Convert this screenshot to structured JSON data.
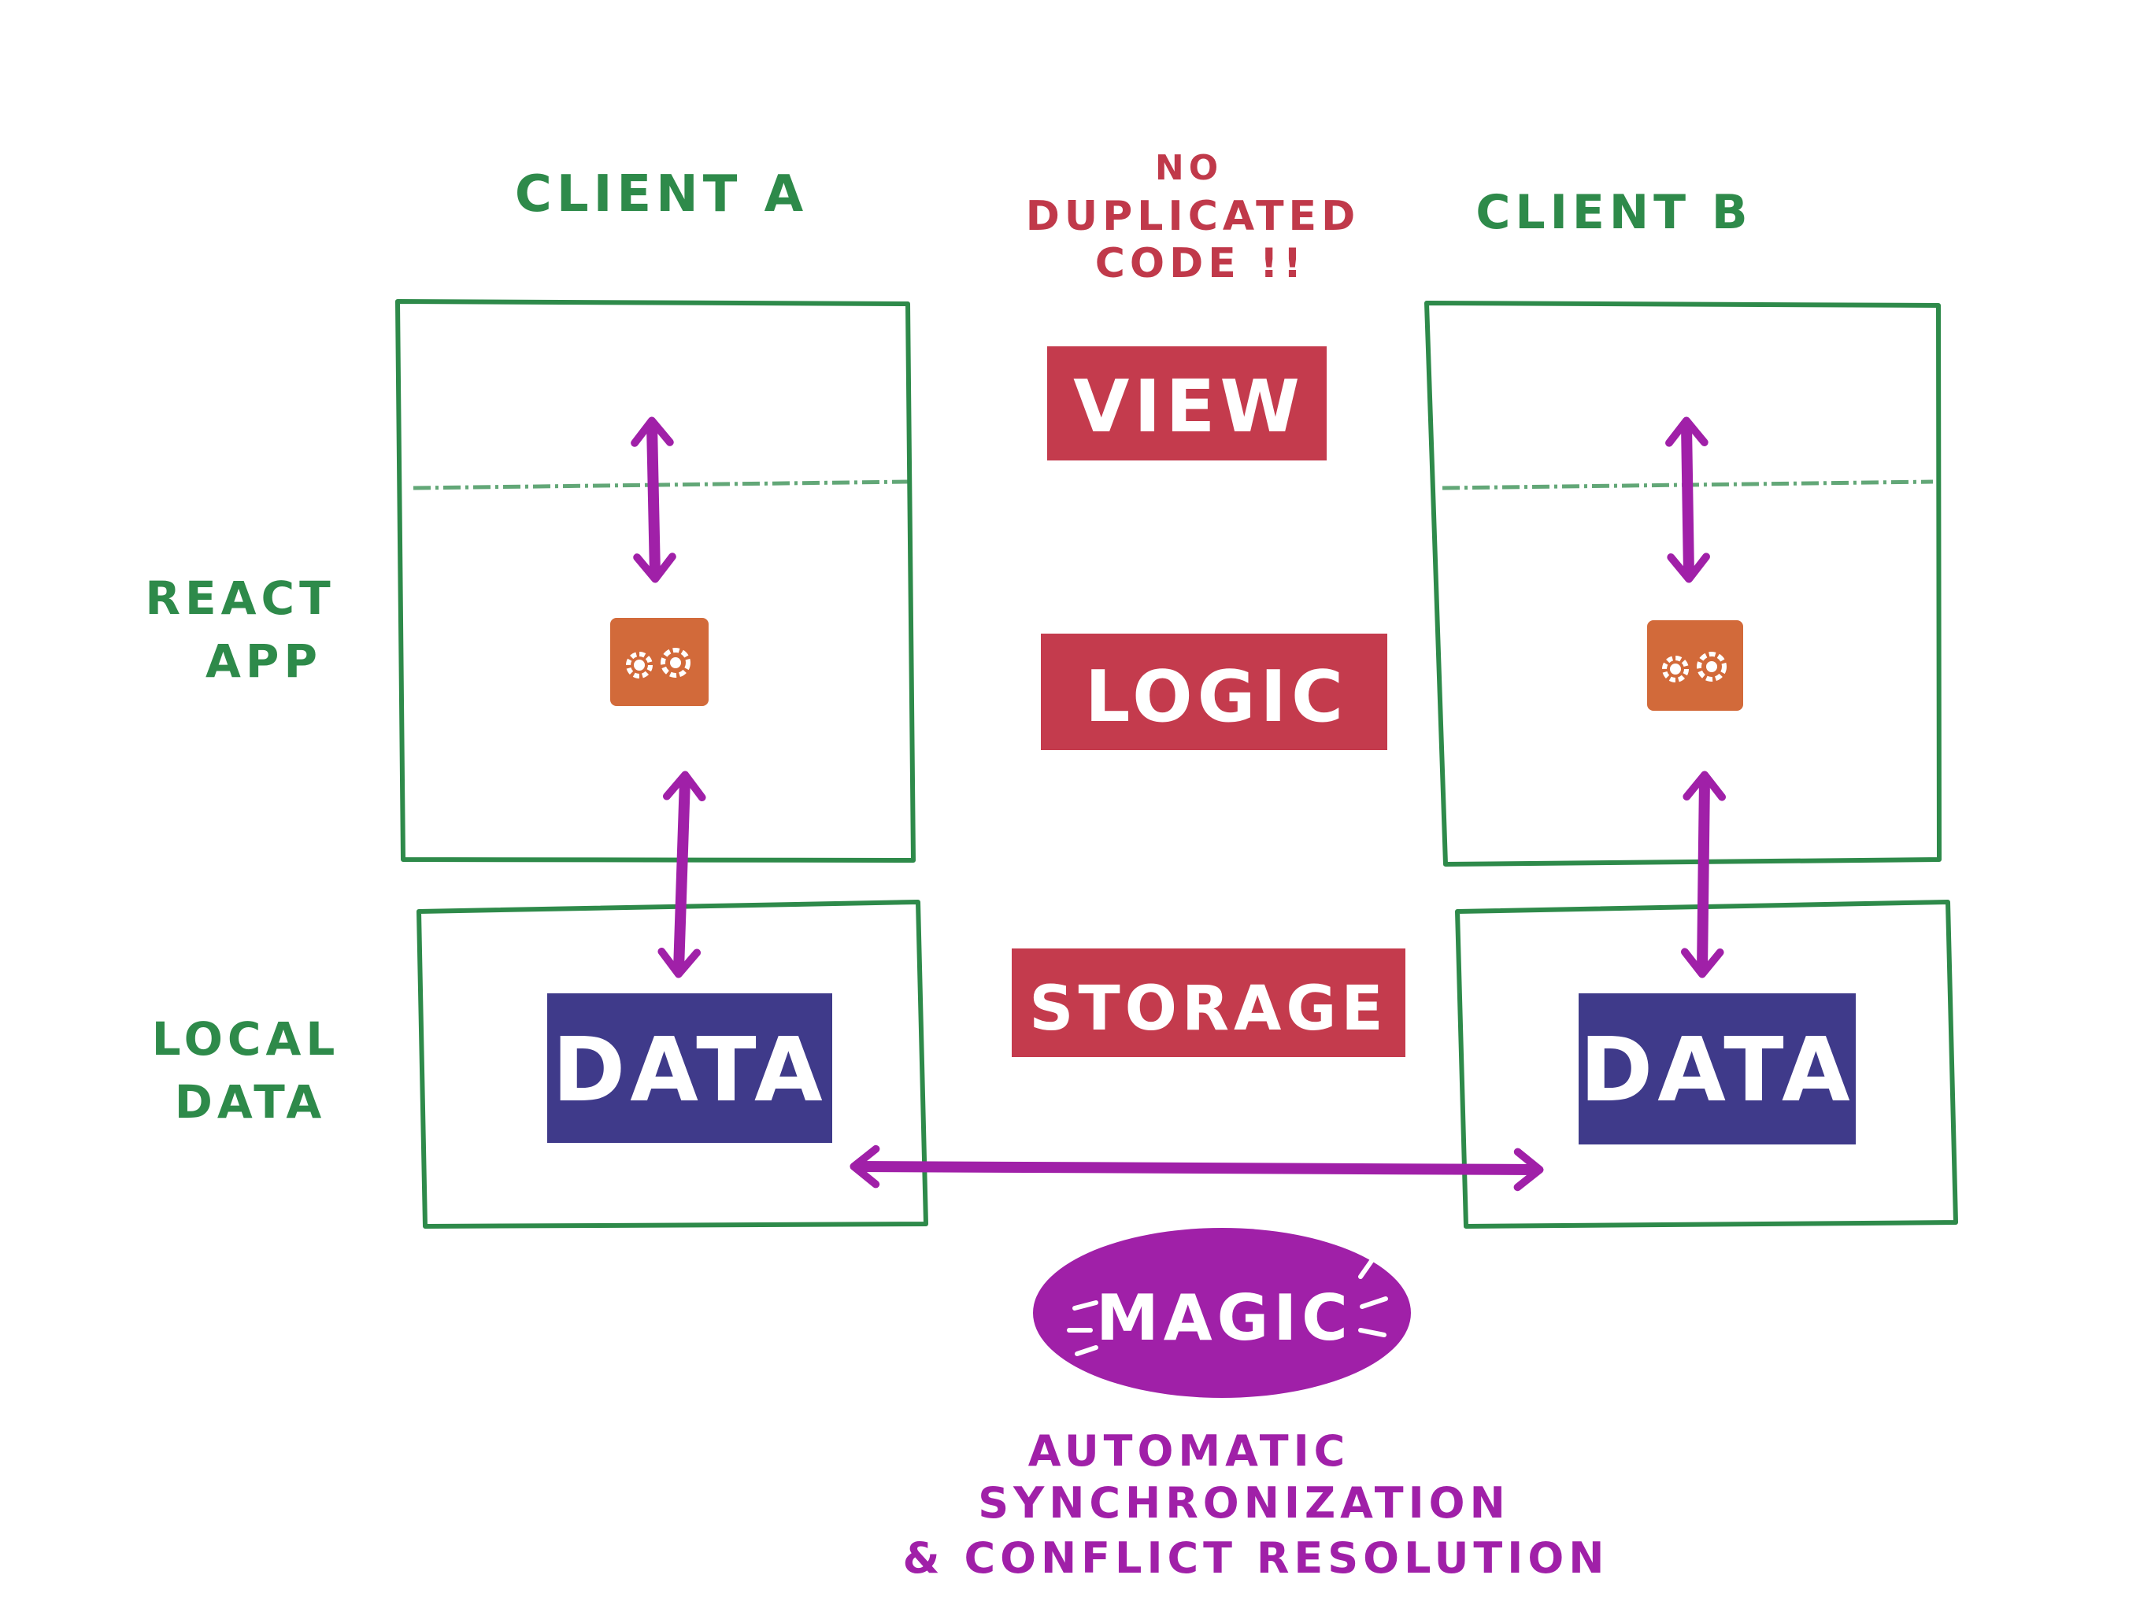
{
  "colors": {
    "green": "#2e8a4a",
    "red_label": "#c43b4d",
    "red_text": "#c0394a",
    "purple": "#a020a8",
    "navy": "#3f3a8a",
    "orange": "#d26a3a",
    "white": "#ffffff"
  },
  "labels": {
    "client_a": "CLIENT A",
    "client_b": "CLIENT B",
    "react_app_line1": "REACT",
    "react_app_line2": "APP",
    "local_data_line1": "LOCAL",
    "local_data_line2": "DATA",
    "note_line1": "NO",
    "note_line2": "DUPLICATED",
    "note_line3": "CODE !!",
    "view": "VIEW",
    "logic": "LOGIC",
    "storage": "STORAGE",
    "data_a": "DATA",
    "data_b": "DATA",
    "magic": "MAGIC",
    "caption_line1": "AUTOMATIC",
    "caption_line2": "SYNCHRONIZATION",
    "caption_line3": "& CONFLICT RESOLUTION"
  },
  "icons": {
    "logic_a": "gears-icon",
    "logic_b": "gears-icon"
  }
}
